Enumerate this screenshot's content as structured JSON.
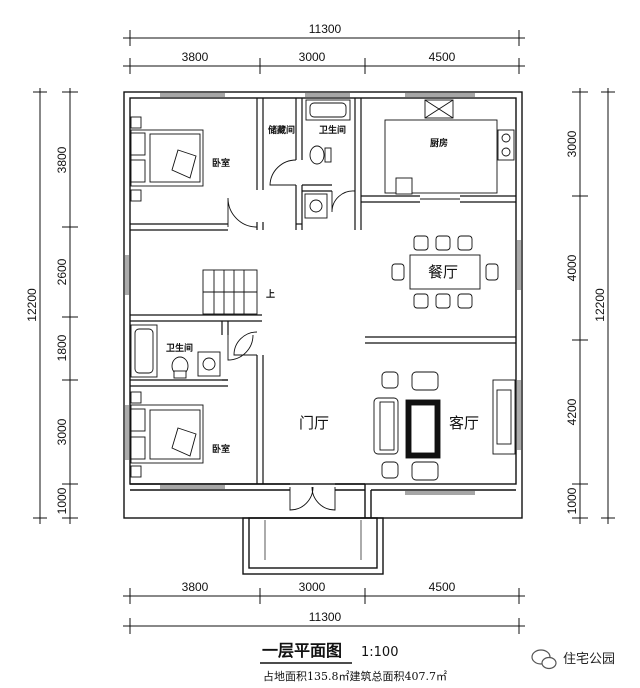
{
  "dimensions": {
    "top_total": "11300",
    "top_segments": [
      "3800",
      "3000",
      "4500"
    ],
    "bottom_segments": [
      "3800",
      "3000",
      "4500"
    ],
    "bottom_total": "11300",
    "left_total": "12200",
    "left_segments": [
      "3800",
      "2600",
      "1800",
      "3000",
      "1000"
    ],
    "right_total": "12200",
    "right_segments": [
      "3000",
      "4000",
      "4200",
      "1000"
    ]
  },
  "rooms": {
    "bedroom_top": "卧室",
    "storage": "储藏间",
    "bathroom_top": "卫生间",
    "kitchen": "厨房",
    "dining": "餐厅",
    "stairs_up": "上",
    "bathroom_bottom": "卫生间",
    "bedroom_bottom": "卧室",
    "foyer": "门厅",
    "living": "客厅"
  },
  "caption": {
    "title": "一层平面图",
    "scale": "1:100",
    "area": "占地面积135.8㎡建筑总面积407.7㎡"
  },
  "watermark": "住宅公园"
}
